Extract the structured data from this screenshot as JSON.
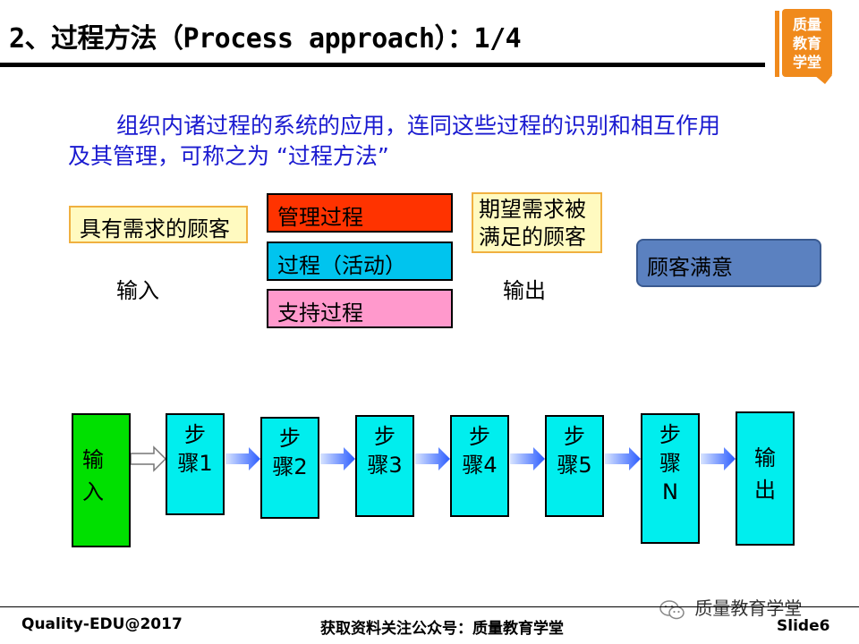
{
  "header": {
    "title": "2、过程方法（Process approach）：1/4",
    "logo_text": "质量\n教育\n学堂"
  },
  "intro": {
    "line1": "组织内诸过程的系统的应用，连同这些过程的识别和相互作用",
    "line2": "及其管理，可称之为 “过程方法”"
  },
  "model": {
    "customer_needs": "具有需求的顾客",
    "management_process": "管理过程",
    "activity_process": "过程（活动）",
    "support_process": "支持过程",
    "expected_line1": "期望需求被",
    "expected_line2": "满足的顾客",
    "satisfied": "顾客满意",
    "input_label": "输入",
    "output_label": "输出"
  },
  "flow": {
    "input_line1": "输",
    "input_line2": "入",
    "steps": [
      {
        "line1": "步",
        "line2": "骤1"
      },
      {
        "line1": "步",
        "line2": "骤2"
      },
      {
        "line1": "步",
        "line2": "骤3"
      },
      {
        "line1": "步",
        "line2": "骤4"
      },
      {
        "line1": "步",
        "line2": "骤5"
      }
    ],
    "step_n": {
      "line1": "步",
      "line2": "骤",
      "line3": "N"
    },
    "output_line1": "输",
    "output_line2": "出"
  },
  "footer": {
    "left": "Quality-EDU@2017",
    "center": "获取资料关注公众号：质量教育学堂",
    "right": "Slide6",
    "wechat": "质量教育学堂"
  },
  "colors": {
    "intro_text": "#1a1ad0",
    "arrow": "#2b5cff",
    "logo": "#f08a1c"
  }
}
